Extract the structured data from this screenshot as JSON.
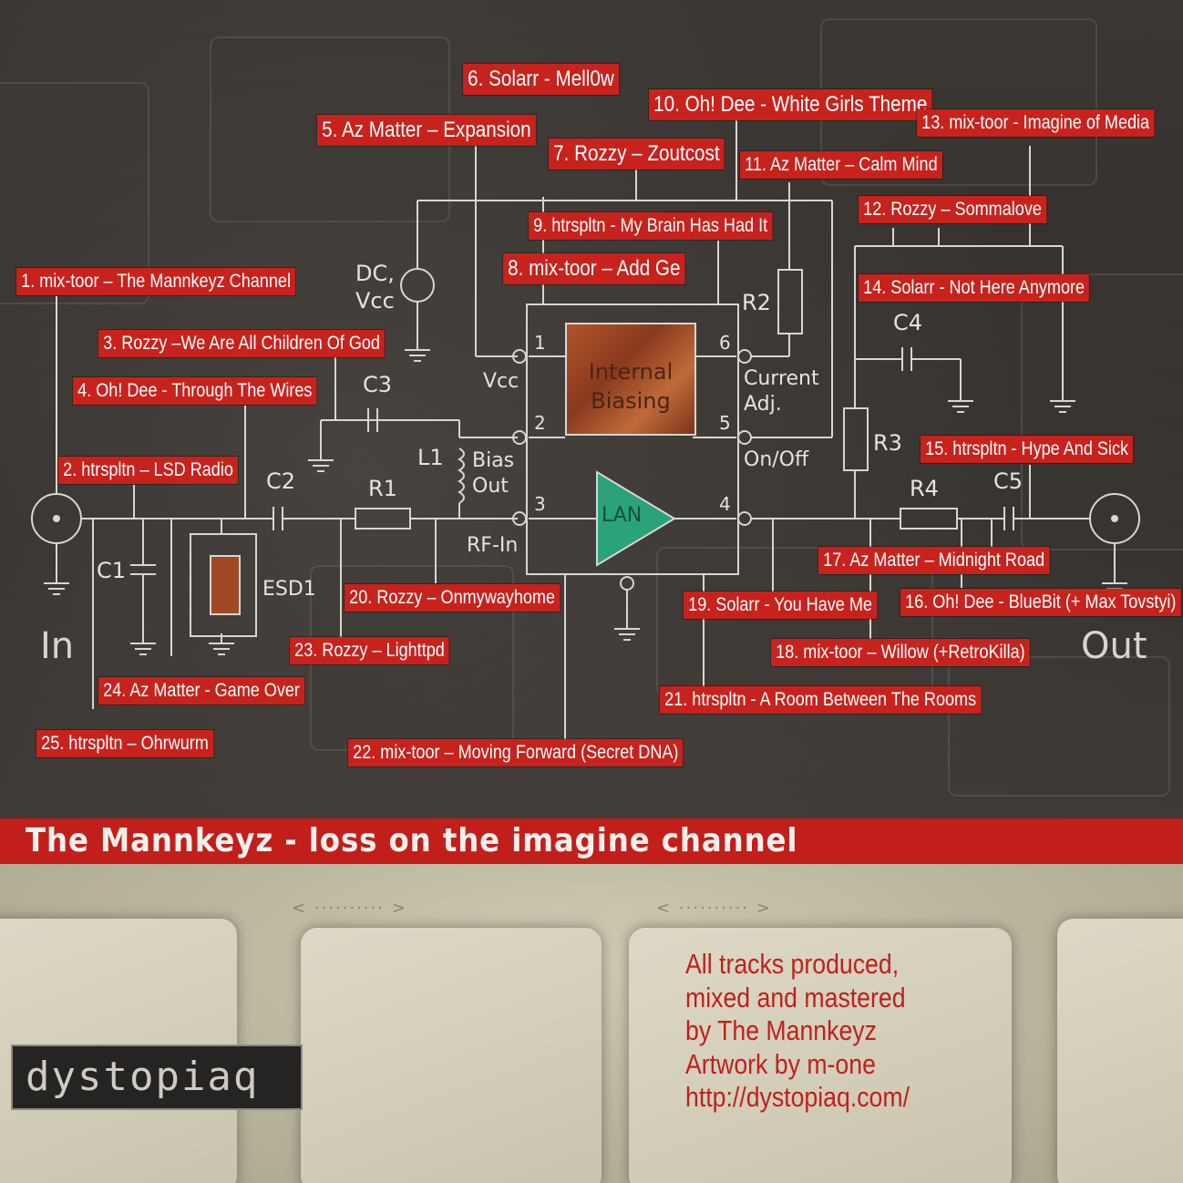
{
  "tracks": {
    "t1": "1. mix-toor – The Mannkeyz Channel",
    "t2": "2. htrspltn – LSD Radio",
    "t3": "3. Rozzy –We Are All Children Of God",
    "t4": "4. Oh! Dee - Through The Wires",
    "t5": "5. Az Matter – Expansion",
    "t6": "6. Solarr - Mell0w",
    "t7": "7. Rozzy – Zoutcost",
    "t8": "8. mix-toor – Add Ge",
    "t9": "9. htrspltn - My Brain Has Had It",
    "t10": "10. Oh! Dee - White Girls Theme",
    "t11": "11. Az Matter – Calm Mind",
    "t12": "12. Rozzy – Sommalove",
    "t13": "13. mix-toor - Imagine of Media",
    "t14": "14. Solarr - Not Here Anymore",
    "t15": "15. htrspltn - Hype And Sick",
    "t16": "16. Oh! Dee - BlueBit (+ Max Tovstyi)",
    "t17": "17. Az Matter – Midnight Road",
    "t18": "18. mix-toor – Willow (+RetroKilla)",
    "t19": "19. Solarr - You Have Me",
    "t20": "20. Rozzy – Onmywayhome",
    "t21": "21. htrspltn - A Room Between The Rooms",
    "t22": "22. mix-toor – Moving Forward (Secret DNA)",
    "t23": "23. Rozzy – Lighttpd",
    "t24": "24. Az Matter - Game Over",
    "t25": "25. htrspltn – Ohrwurm"
  },
  "schematic": {
    "dc_line1": "DC,",
    "dc_line2": "Vcc",
    "c1": "C1",
    "c2": "C2",
    "c3": "C3",
    "c4": "C4",
    "c5": "C5",
    "r1": "R1",
    "r2": "R2",
    "r3": "R3",
    "r4": "R4",
    "l1": "L1",
    "esd1": "ESD1",
    "chip_line1": "Internal",
    "chip_line2": "Biasing",
    "amp": "LAN",
    "pin1": "1",
    "pin2": "2",
    "pin3": "3",
    "pin4": "4",
    "pin5": "5",
    "pin6": "6",
    "vcc": "Vcc",
    "bias_out_1": "Bias",
    "bias_out_2": "Out",
    "rf_in": "RF-In",
    "current_adj_1": "Current",
    "current_adj_2": "Adj.",
    "on_off": "On/Off",
    "in": "In",
    "out": "Out"
  },
  "banner": "The Mannkeyz - loss on the imagine channel",
  "credits": [
    "All tracks produced,",
    "mixed and mastered",
    "by The Mannkeyz",
    "Artwork by m-one",
    "http://dystopiaq.com/"
  ],
  "logo": "dystopiaq",
  "colors": {
    "accent_red": "#c8221d",
    "wire": "#d9d6d0",
    "background": "#2f2b29"
  }
}
